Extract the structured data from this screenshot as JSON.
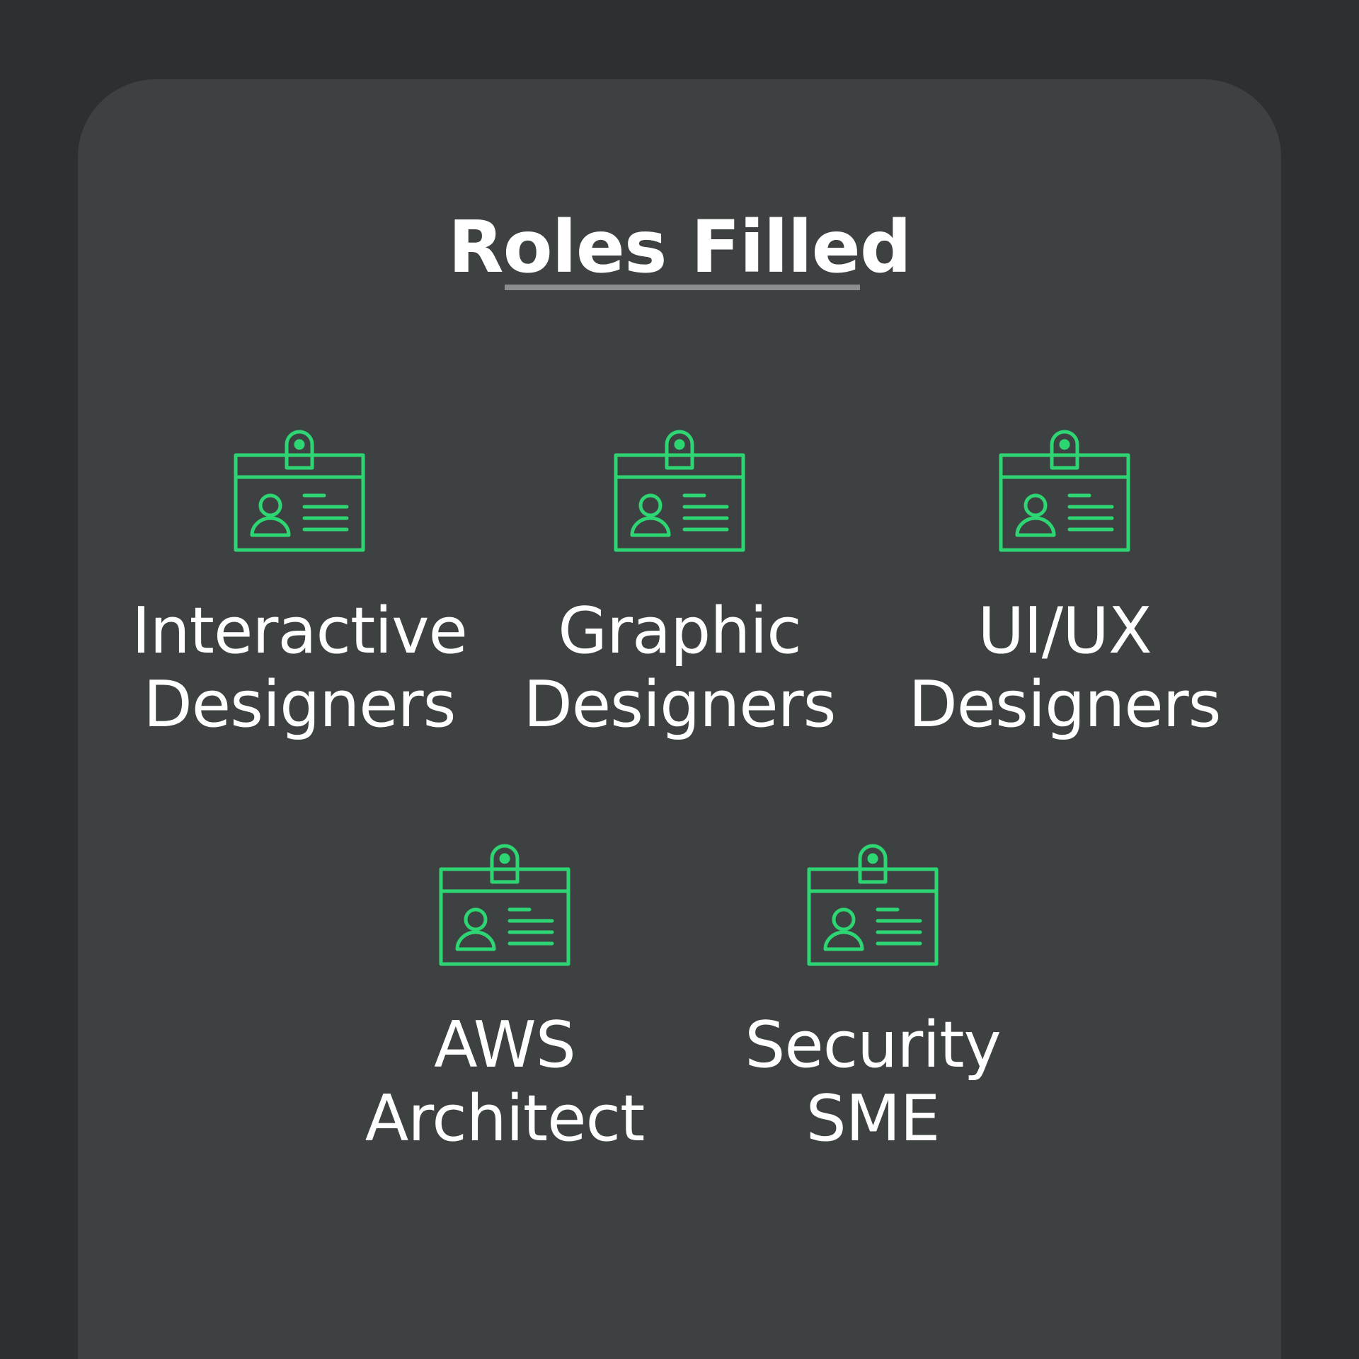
{
  "title": "Roles Filled",
  "colors": {
    "background": "#2d3031",
    "card": "#3d4142",
    "accent": "#2ed673",
    "text": "#ffffff",
    "underline": "#8b8e90"
  },
  "roles": [
    {
      "icon": "id-badge-icon",
      "line1": "Interactive",
      "line2": "Designers"
    },
    {
      "icon": "id-badge-icon",
      "line1": "Graphic",
      "line2": "Designers"
    },
    {
      "icon": "id-badge-icon",
      "line1": "UI/UX",
      "line2": "Designers"
    },
    {
      "icon": "id-badge-icon",
      "line1": "AWS",
      "line2": "Architect"
    },
    {
      "icon": "id-badge-icon",
      "line1": "Security",
      "line2": "SME"
    }
  ]
}
